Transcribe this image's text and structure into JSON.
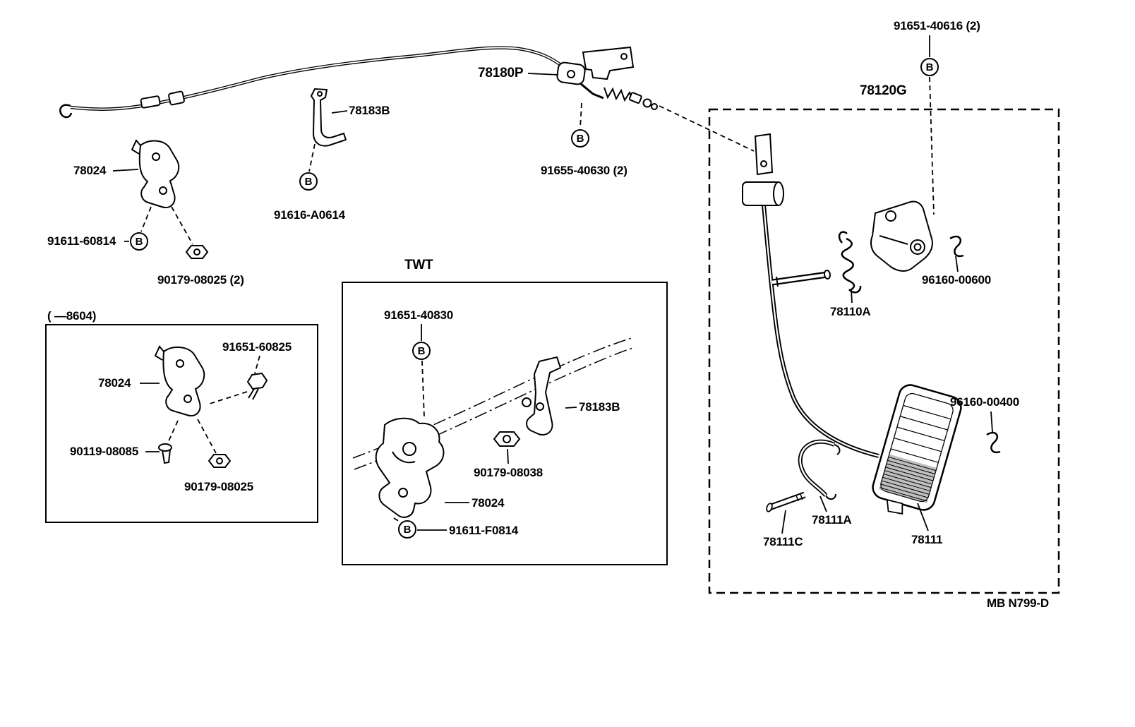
{
  "colors": {
    "ink": "#000000",
    "background": "#ffffff"
  },
  "markers": {
    "b": "B"
  },
  "labels": {
    "l91651_40616": "91651-40616 (2)",
    "l78120G": "78120G",
    "l78180P": "78180P",
    "l78183B_top": "78183B",
    "l78024_top": "78024",
    "l91616_A0614": "91616-A0614",
    "l91611_60814": "91611-60814",
    "l90179_08025_2": "90179-08025 (2)",
    "l91655_40630": "91655-40630 (2)",
    "twt": "TWT",
    "l91651_40830": "91651-40830",
    "l78183B_mid": "78183B",
    "l90179_08038": "90179-08038",
    "l78024_mid": "78024",
    "l91611_F0814": "91611-F0814",
    "range_8604": "( —8604)",
    "l78024_left": "78024",
    "l91651_60825": "91651-60825",
    "l90119_08085": "90119-08085",
    "l90179_08025": "90179-08025",
    "l78110A": "78110A",
    "l96160_00600": "96160-00600",
    "l96160_00400": "96160-00400",
    "l78111A": "78111A",
    "l78111C": "78111C",
    "l78111": "78111",
    "footer": "MB N799-D"
  }
}
